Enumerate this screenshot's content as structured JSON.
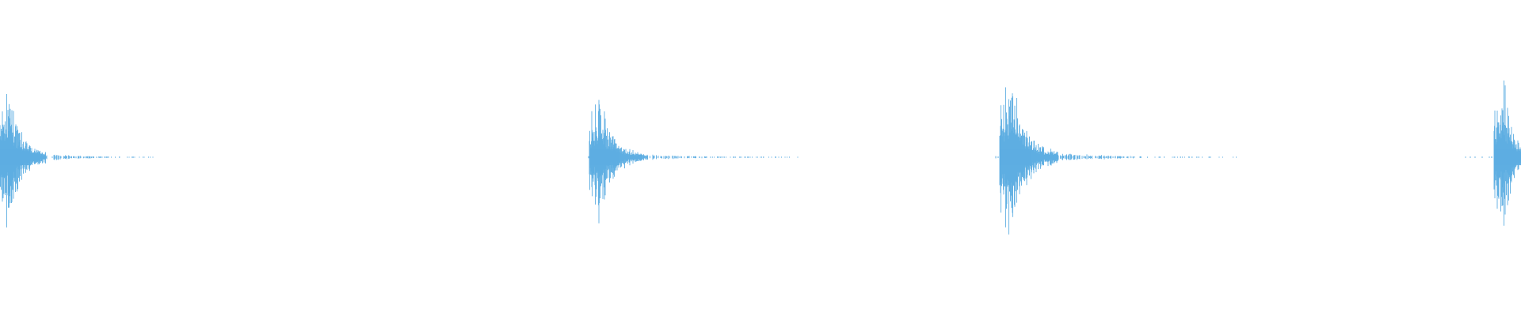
{
  "waveform": {
    "color": "#5DADE2",
    "background": "#FFFFFF",
    "bursts": [
      {
        "peak_amplitude": 0.93,
        "decay": "fast"
      },
      {
        "peak_amplitude": 0.75,
        "decay": "fast"
      },
      {
        "peak_amplitude": 1.0,
        "decay": "fast"
      },
      {
        "peak_amplitude": 1.0,
        "decay": "fast"
      }
    ]
  }
}
